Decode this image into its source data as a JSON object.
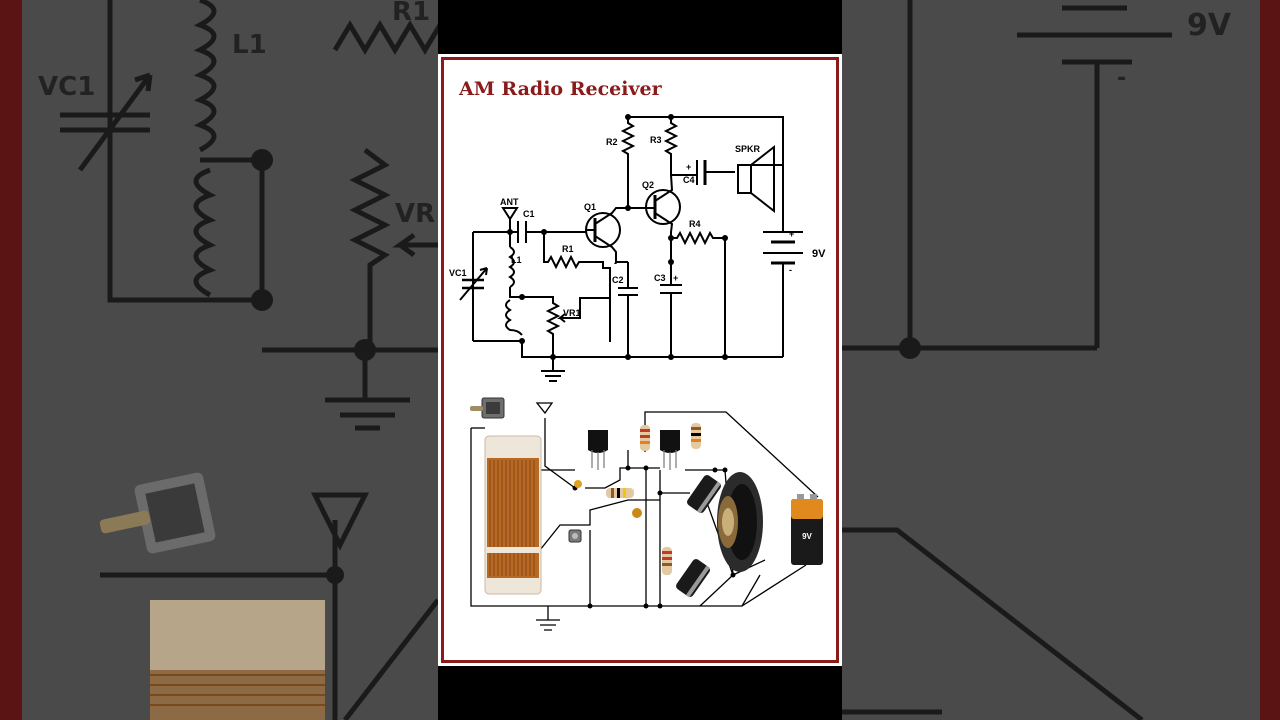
{
  "title": "AM Radio Receiver",
  "labels": {
    "r1": "R1",
    "r2": "R2",
    "r3": "R3",
    "r4": "R4",
    "c1": "C1",
    "c2": "C2",
    "c3": "C3",
    "c4": "C4",
    "q1": "Q1",
    "q2": "Q2",
    "l1": "L1",
    "vc1": "VC1",
    "vr1": "VR1",
    "ant": "ANT",
    "spkr": "SPKR",
    "voltage": "9V",
    "plus": "+",
    "minus": "-"
  },
  "background_labels": {
    "l1": "L1",
    "vc1": "VC1",
    "r1": "R1",
    "vr": "VR",
    "voltage": "9V"
  },
  "battery_label": "9V",
  "colors": {
    "frame": "#8b1a1a",
    "title": "#8b1a1a",
    "blur_background": "#4a4a4a",
    "copper": "#b86a25"
  }
}
